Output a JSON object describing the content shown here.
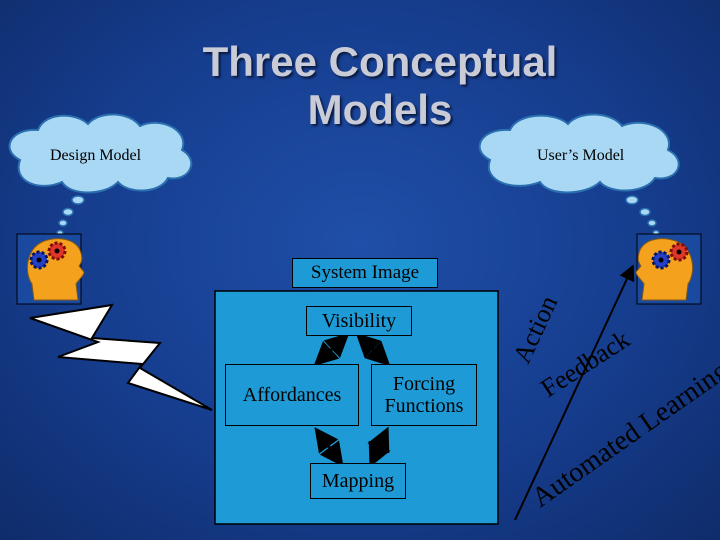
{
  "slide": {
    "title_line1": "Three Conceptual",
    "title_line2": "Models"
  },
  "clouds": {
    "design": "Design Model",
    "user": "User’s Model"
  },
  "system": {
    "label": "System Image",
    "visibility": "Visibility",
    "affordances": "Affordances",
    "forcing_line1": "Forcing",
    "forcing_line2": "Functions",
    "mapping": "Mapping"
  },
  "diagonal": {
    "action": "Action",
    "feedback": "Feedback",
    "automated_learning": "Automated Learning"
  },
  "colors": {
    "background": "#163d8e",
    "title": "#c9ccd6",
    "cloud": "#a9d8f4",
    "system_box": "#1e9bd6",
    "head": "#f4a21e",
    "gear_red": "#e0352a",
    "gear_blue": "#2440c8"
  },
  "icons": [
    "cloud-icon",
    "head-icon",
    "gear-icon",
    "lightning-icon",
    "arrow-icon"
  ]
}
